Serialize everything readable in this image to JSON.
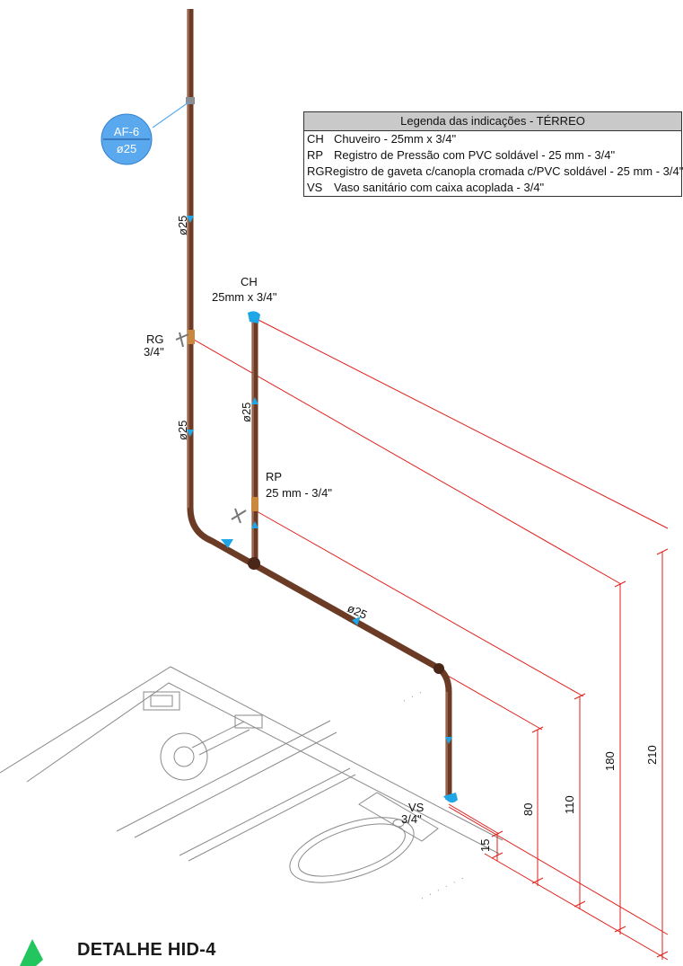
{
  "legend": {
    "title": "Legenda das indicações - TÉRREO",
    "rows": [
      {
        "code": "CH",
        "text": "Chuveiro - 25mm x 3/4\""
      },
      {
        "code": "RP",
        "text": "Registro de Pressão com PVC soldável - 25 mm - 3/4\""
      },
      {
        "code": "RG",
        "text": "Registro de gaveta c/canopla cromada c/PVC soldável - 25 mm - 3/4\""
      },
      {
        "code": "VS",
        "text": "Vaso sanitário com caixa acoplada - 3/4\""
      }
    ]
  },
  "tag": {
    "name": "AF-6",
    "diameter": "ø25"
  },
  "pipe_labels": {
    "vertical_top": "ø25",
    "vertical_mid": "ø25",
    "riser": "ø25",
    "horizontal": "ø25"
  },
  "fixtures": {
    "ch": {
      "code": "CH",
      "spec": "25mm x 3/4\""
    },
    "rg": {
      "code": "RG",
      "spec": "3/4\""
    },
    "rp": {
      "code": "RP",
      "spec": "25 mm - 3/4\""
    },
    "vs": {
      "code": "VS",
      "spec": "3/4\""
    }
  },
  "dimensions": {
    "d15": "15",
    "d80": "80",
    "d110": "110",
    "d180": "180",
    "d210": "210"
  },
  "title": "DETALHE HID-4",
  "colors": {
    "pipe": "#6b3b26",
    "flow": "#1fa6e6",
    "dimension": "#e0201c",
    "tag": "#5aa9ee",
    "logo": "#22c55e"
  }
}
